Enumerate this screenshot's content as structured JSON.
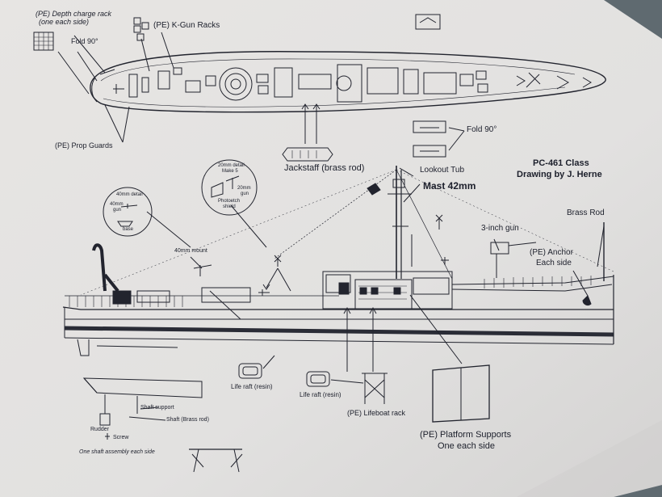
{
  "title": {
    "line1": "PC-461 Class",
    "line2": "Drawing by J. Herne"
  },
  "labels": {
    "depth_charge_1": "(PE) Depth charge rack",
    "depth_charge_2": "(one each side)",
    "fold_left": "Fold 90°",
    "kgun": "(PE) K-Gun Racks",
    "prop_guards": "(PE) Prop Guards",
    "fold_right": "Fold 90°",
    "jackstaff": "Jackstaff (brass rod)",
    "lookout": "Lookout Tub",
    "mast": "Mast 42mm",
    "brass_rod": "Brass Rod",
    "inch_gun": "3-inch gun",
    "anchor_1": "(PE) Anchor",
    "anchor_2": "Each side",
    "mount40": "40mm mount",
    "liferaft_1": "Life raft (resin)",
    "liferaft_2": "Life raft (resin)",
    "lifeboat": "(PE) Lifeboat rack",
    "platform_1": "(PE) Platform Supports",
    "platform_2": "One each side",
    "shaft_support": "Shaft support",
    "shaft_brass": "Shaft (Brass rod)",
    "rudder": "Rudder",
    "screw": "Screw",
    "shaft_assembly": "One shaft assembly each side"
  },
  "detail40": {
    "title": "40mm detail",
    "gun_1": "40mm",
    "gun_2": "gun",
    "base": "base"
  },
  "detail20": {
    "title_1": "20mm detail",
    "title_2": "Make 5",
    "gun_1": "20mm",
    "gun_2": "gun",
    "shield_1": "Photoetch",
    "shield_2": "shield"
  },
  "colors": {
    "paper": "#e6e4e3",
    "ink": "#22242e",
    "background": "#5f6a70"
  }
}
